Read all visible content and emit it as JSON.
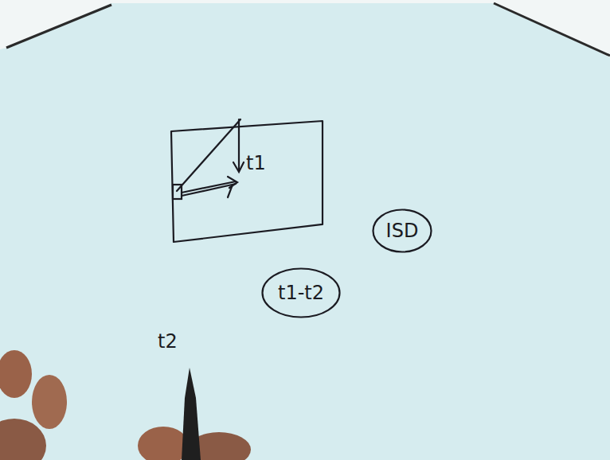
{
  "diagram": {
    "nodes": [
      {
        "text": [
          "t1"
        ]
      },
      {
        "text": [
          "ISD"
        ]
      },
      {
        "text": [
          "t1-t2"
        ]
      }
    ],
    "labels": [
      "t2"
    ]
  }
}
